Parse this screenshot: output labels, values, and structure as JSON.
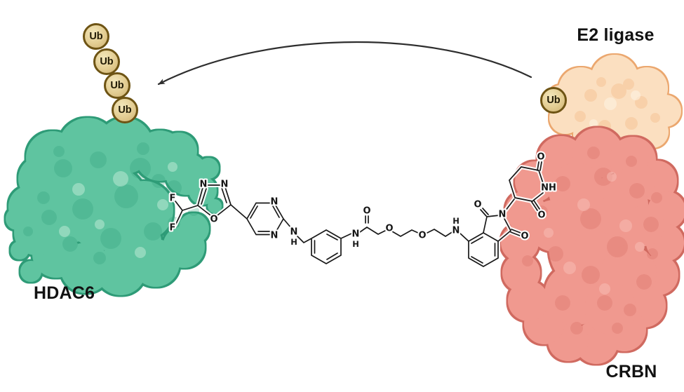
{
  "figure": {
    "proteins": {
      "hdac6": {
        "label": "HDAC6",
        "color": "#5fc4a0",
        "outline": "#2e9b77"
      },
      "crbn": {
        "label": "CRBN",
        "color": "#f0998f",
        "outline": "#d06a61"
      },
      "e2": {
        "label": "E2 ligase",
        "color": "#fbdfc0",
        "outline": "#eba76e"
      }
    },
    "ubiquitin": {
      "chain": [
        "Ub",
        "Ub",
        "Ub",
        "Ub"
      ],
      "on_e2": "Ub",
      "fill": "#e3cd92",
      "border": "#6e5414"
    },
    "arrow": {
      "color": "#2e2e2e"
    },
    "molecule": {
      "atoms": {
        "f1": "F",
        "f2": "F",
        "ox_n1": "N",
        "ox_n2": "N",
        "ox_o": "O",
        "pyr_n1": "N",
        "pyr_n2": "N",
        "amine_n": "N",
        "amine_h": "H",
        "amide_n": "N",
        "amide_h": "H",
        "amide_o": "O",
        "ether_o1": "O",
        "ether_o2": "O",
        "aniline_h": "H",
        "aniline_n": "N",
        "imide_n": "N",
        "imide_o1": "O",
        "imide_o2": "O",
        "glut_o1": "O",
        "glut_nh": "NH",
        "glut_o2": "O"
      }
    }
  }
}
